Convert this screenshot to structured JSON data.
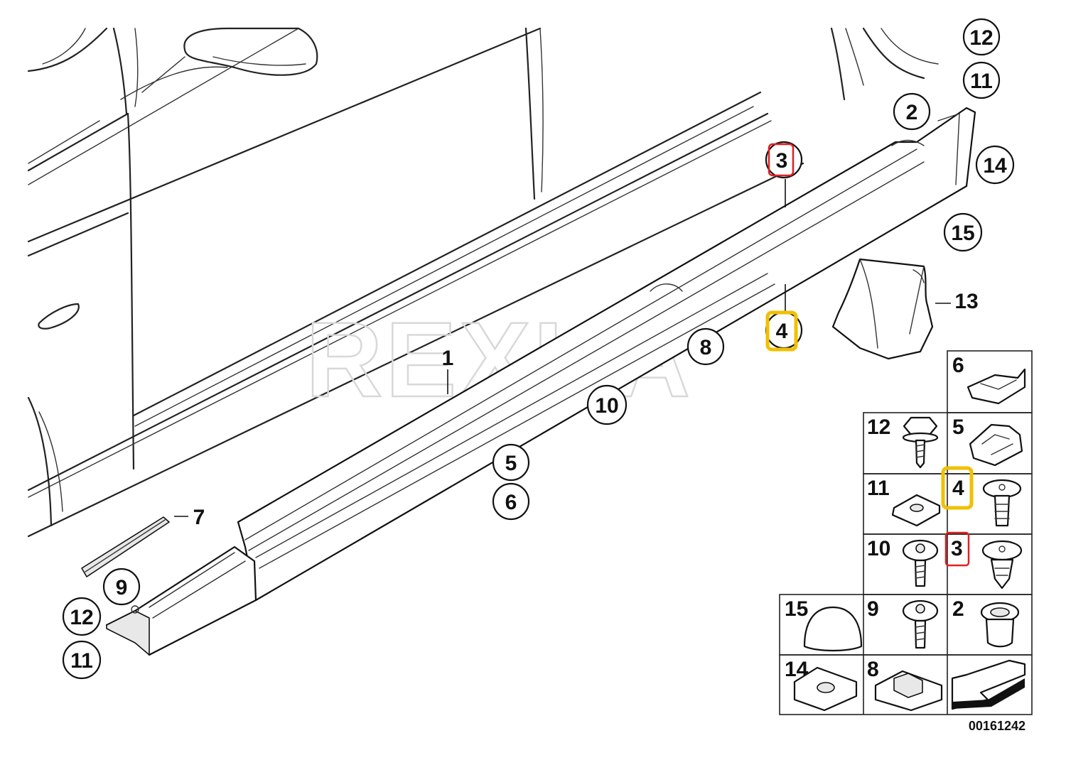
{
  "diagram_id": "00161242",
  "watermark": "REXKA",
  "callouts": [
    {
      "id": "c1",
      "label": "1"
    },
    {
      "id": "c2",
      "label": "2"
    },
    {
      "id": "c3",
      "label": "3"
    },
    {
      "id": "c4",
      "label": "4"
    },
    {
      "id": "c5",
      "label": "5"
    },
    {
      "id": "c6",
      "label": "6"
    },
    {
      "id": "c7",
      "label": "7"
    },
    {
      "id": "c8",
      "label": "8"
    },
    {
      "id": "c9",
      "label": "9"
    },
    {
      "id": "c10",
      "label": "10"
    },
    {
      "id": "c11a",
      "label": "11"
    },
    {
      "id": "c12a",
      "label": "12"
    },
    {
      "id": "c11b",
      "label": "11"
    },
    {
      "id": "c12b",
      "label": "12"
    },
    {
      "id": "c13",
      "label": "13"
    },
    {
      "id": "c14",
      "label": "14"
    },
    {
      "id": "c15",
      "label": "15"
    }
  ],
  "parts_grid": [
    {
      "label": "6"
    },
    {
      "label": "12"
    },
    {
      "label": "5"
    },
    {
      "label": "11"
    },
    {
      "label": "4"
    },
    {
      "label": "10"
    },
    {
      "label": "3"
    },
    {
      "label": "15"
    },
    {
      "label": "9"
    },
    {
      "label": "2"
    },
    {
      "label": "14"
    },
    {
      "label": "8"
    }
  ],
  "highlight_colors": {
    "red": "#e02020",
    "yellow": "#f2c000"
  }
}
